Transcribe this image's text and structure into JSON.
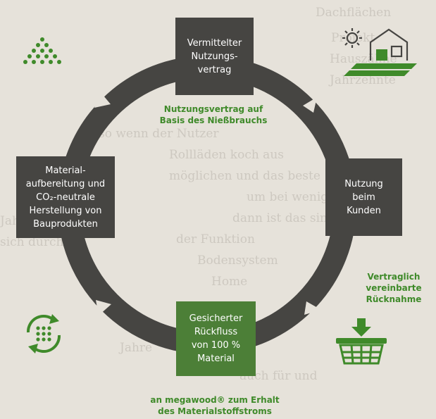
{
  "boxes": {
    "top": "Vermittelter\nNutzungs-\nvertrag",
    "right": "Nutzung\nbeim\nKunden",
    "bottom": "Gesicherter\nRückfluss\nvon 100 %\nMaterial",
    "left": "Material-\naufbereitung und\nCO₂-neutrale\nHerstellung von\nBauprodukten"
  },
  "captions": {
    "top": "Nutzungsvertrag auf\nBasis des Nießbrauchs",
    "right": "Vertraglich\nvereinbarte\nRücknahme",
    "bottom": "an megawood® zum Erhalt\ndes Materialstoffstroms"
  },
  "icons": {
    "top_left": "triangle-dots-icon",
    "top_right": "house-sun-icon",
    "bottom_left": "recycle-dots-icon",
    "bottom_right": "basket-icon"
  },
  "colors": {
    "dark_box": "#464542",
    "green_box": "#4c7f37",
    "caption_green": "#3f8a2a",
    "ring": "#464542"
  }
}
